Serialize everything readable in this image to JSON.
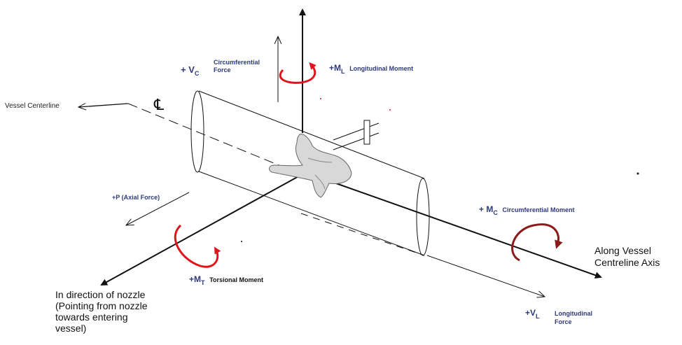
{
  "labels": {
    "vc_symbol": "+ V",
    "vc_sub": "C",
    "vc_desc_line1": "Circumferential",
    "vc_desc_line2": "Force",
    "ml_symbol": "+M",
    "ml_sub": "L",
    "ml_desc": "Longitudinal Moment",
    "vessel_centerline": "Vessel Centerline",
    "centerline_symbol": "℄",
    "p_axial": "+P (Axial Force)",
    "mc_symbol": "+ M",
    "mc_sub": "C",
    "mc_desc": "Circumferential Moment",
    "mt_symbol": "+M",
    "mt_sub": "T",
    "mt_desc": "Torsional Moment",
    "along_line1": "Along Vessel",
    "along_line2": "Centreline Axis",
    "nozzle_line1": "In direction of nozzle",
    "nozzle_line2": "(Pointing from nozzle",
    "nozzle_line3": "towards entering",
    "nozzle_line4": "vessel)",
    "vl_symbol": "+V",
    "vl_sub": "L",
    "vl_desc_line1": "Longitudinal",
    "vl_desc_line2": "Force"
  },
  "colors": {
    "label_text": "#2e3a7a",
    "moment_red": "#e0141a",
    "moment_dark_red": "#8b1a1a",
    "axis_line": "#111111"
  },
  "icons": {
    "hand": "pointing-hand-icon"
  }
}
